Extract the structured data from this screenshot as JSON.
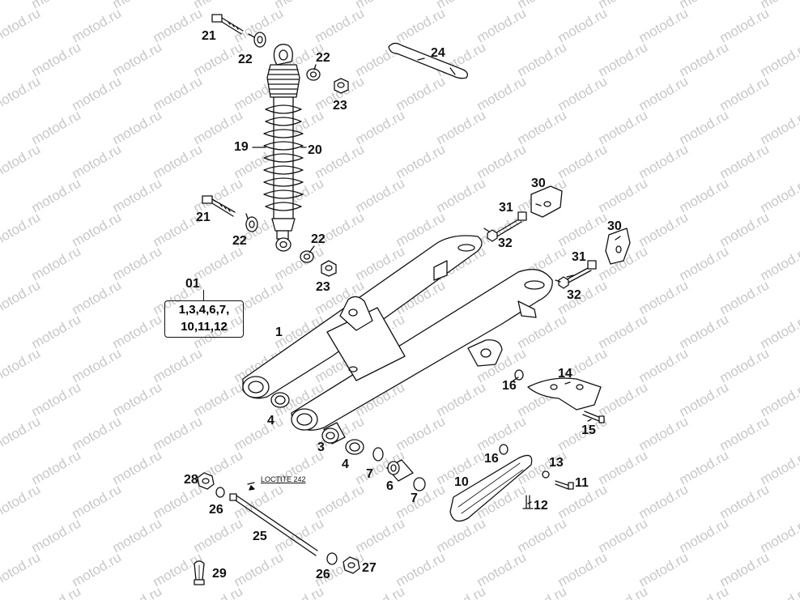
{
  "watermark_text": "motod.ru",
  "kit": {
    "number": "01",
    "contents_line1": "1,3,4,6,7,",
    "contents_line2": "10,11,12"
  },
  "note": "LOCTITE 242",
  "callouts": {
    "c1": "1",
    "c3": "3",
    "c4a": "4",
    "c4b": "4",
    "c6": "6",
    "c7a": "7",
    "c7b": "7",
    "c10": "10",
    "c11": "11",
    "c12": "12",
    "c13": "13",
    "c14": "14",
    "c15": "15",
    "c16a": "16",
    "c16b": "16",
    "c19": "19",
    "c20": "20",
    "c21a": "21",
    "c21b": "21",
    "c22a": "22",
    "c22b": "22",
    "c22c": "22",
    "c22d": "22",
    "c23a": "23",
    "c23b": "23",
    "c24": "24",
    "c25": "25",
    "c26a": "26",
    "c26b": "26",
    "c27": "27",
    "c28": "28",
    "c29": "29",
    "c30a": "30",
    "c30b": "30",
    "c31a": "31",
    "c31b": "31",
    "c32a": "32",
    "c32b": "32"
  }
}
